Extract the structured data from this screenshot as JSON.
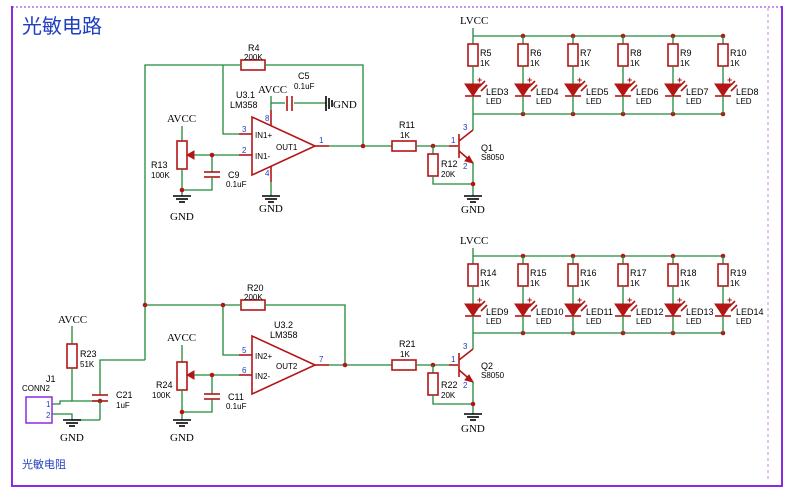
{
  "title": "光敏电路",
  "caption": "光敏电阻",
  "colors": {
    "wire": "#1f8a3a",
    "part": "#b31515",
    "border": "#8a2be2",
    "text_blue": "#1f3fbf"
  },
  "power": {
    "vcc": "LVCC",
    "avcc": "AVCC",
    "gnd": "GND"
  },
  "opamps": [
    {
      "ref": "U3.1",
      "model": "LM358",
      "in_plus": "IN1+",
      "in_minus": "IN1-",
      "out": "OUT1",
      "pin_plus": "3",
      "pin_minus": "2",
      "pin_out": "1",
      "pin_vcc": "8",
      "pin_gnd": "4"
    },
    {
      "ref": "U3.2",
      "model": "LM358",
      "in_plus": "IN2+",
      "in_minus": "IN2-",
      "out": "OUT2",
      "pin_plus": "5",
      "pin_minus": "6",
      "pin_out": "7"
    }
  ],
  "resistors": {
    "R4": {
      "ref": "R4",
      "value": "200K"
    },
    "R20": {
      "ref": "R20",
      "value": "200K"
    },
    "R11": {
      "ref": "R11",
      "value": "1K"
    },
    "R21": {
      "ref": "R21",
      "value": "1K"
    },
    "R12": {
      "ref": "R12",
      "value": "20K"
    },
    "R22": {
      "ref": "R22",
      "value": "20K"
    },
    "R13": {
      "ref": "R13",
      "value": "100K"
    },
    "R24": {
      "ref": "R24",
      "value": "100K"
    },
    "R23": {
      "ref": "R23",
      "value": "51K"
    }
  },
  "capacitors": {
    "C5": {
      "ref": "C5",
      "value": "0.1uF"
    },
    "C9": {
      "ref": "C9",
      "value": "0.1uF"
    },
    "C11": {
      "ref": "C11",
      "value": "0.1uF"
    },
    "C21": {
      "ref": "C21",
      "value": "1uF"
    }
  },
  "transistors": [
    {
      "ref": "Q1",
      "model": "S8050",
      "pin_c": "3",
      "pin_b": "1",
      "pin_e": "2"
    },
    {
      "ref": "Q2",
      "model": "S8050",
      "pin_c": "3",
      "pin_b": "1",
      "pin_e": "2"
    }
  ],
  "connector": {
    "ref": "J1",
    "model": "CONN2",
    "pin1": "1",
    "pin2": "2"
  },
  "led_banks": [
    {
      "resistors": [
        {
          "ref": "R5",
          "value": "1K"
        },
        {
          "ref": "R6",
          "value": "1K"
        },
        {
          "ref": "R7",
          "value": "1K"
        },
        {
          "ref": "R8",
          "value": "1K"
        },
        {
          "ref": "R9",
          "value": "1K"
        },
        {
          "ref": "R10",
          "value": "1K"
        }
      ],
      "leds": [
        {
          "ref": "LED3",
          "sub": "LED"
        },
        {
          "ref": "LED4",
          "sub": "LED"
        },
        {
          "ref": "LED5",
          "sub": "LED"
        },
        {
          "ref": "LED6",
          "sub": "LED"
        },
        {
          "ref": "LED7",
          "sub": "LED"
        },
        {
          "ref": "LED8",
          "sub": "LED"
        }
      ]
    },
    {
      "resistors": [
        {
          "ref": "R14",
          "value": "1K"
        },
        {
          "ref": "R15",
          "value": "1K"
        },
        {
          "ref": "R16",
          "value": "1K"
        },
        {
          "ref": "R17",
          "value": "1K"
        },
        {
          "ref": "R18",
          "value": "1K"
        },
        {
          "ref": "R19",
          "value": "1K"
        }
      ],
      "leds": [
        {
          "ref": "LED9",
          "sub": "LED"
        },
        {
          "ref": "LED10",
          "sub": "LED"
        },
        {
          "ref": "LED11",
          "sub": "LED"
        },
        {
          "ref": "LED12",
          "sub": "LED"
        },
        {
          "ref": "LED13",
          "sub": "LED"
        },
        {
          "ref": "LED14",
          "sub": "LED"
        }
      ]
    }
  ]
}
